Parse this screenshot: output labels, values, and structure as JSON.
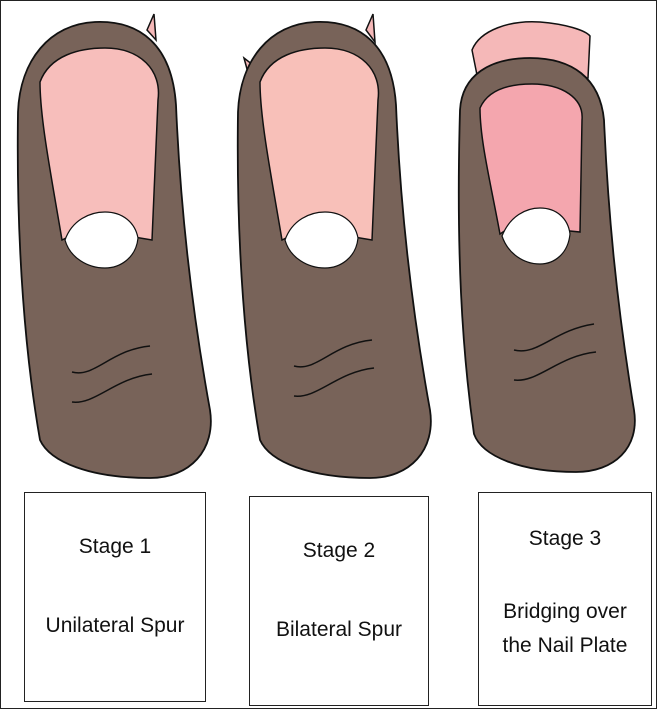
{
  "colors": {
    "skin": "#786359",
    "outline": "#111111",
    "nail_stage1": "#f7bebb",
    "nail_stage2": "#f8c0b9",
    "nail_stage3": "#f4a6ae",
    "spur": "#f5b8b8",
    "lunula": "#ffffff"
  },
  "stages": [
    {
      "title": "Stage 1",
      "description": "Unilateral Spur"
    },
    {
      "title": "Stage 2",
      "description": "Bilateral Spur"
    },
    {
      "title": "Stage 3",
      "description": "Bridging over the Nail Plate"
    }
  ]
}
